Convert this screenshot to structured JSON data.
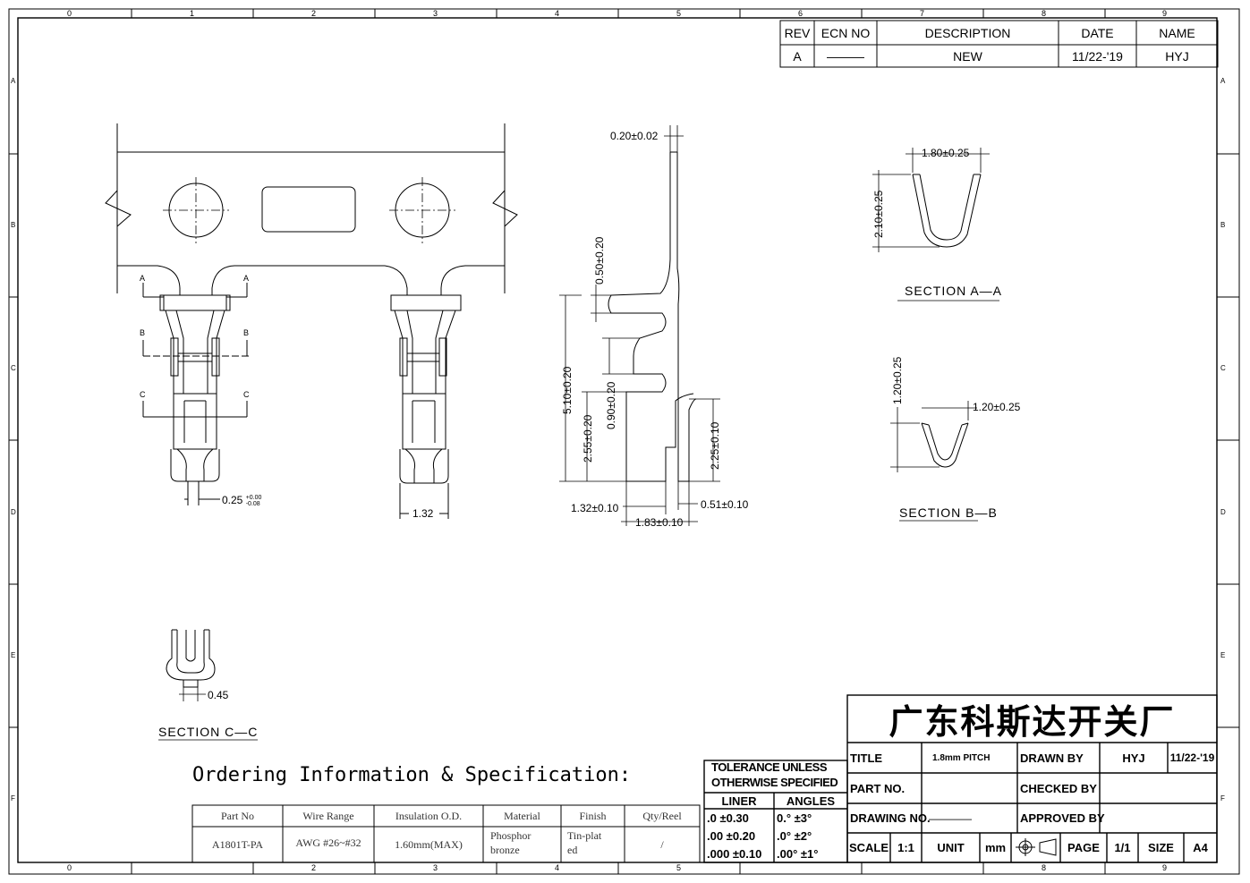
{
  "border": {
    "columns": [
      "0",
      "1",
      "2",
      "3",
      "4",
      "5",
      "6",
      "7",
      "8",
      "9"
    ],
    "rows": [
      "A",
      "B",
      "C",
      "D",
      "E",
      "F"
    ]
  },
  "revision_table": {
    "headers": [
      "REV",
      "ECN NO",
      "DESCRIPTION",
      "DATE",
      "NAME"
    ],
    "row": [
      "A",
      "———",
      "NEW",
      "11/22-'19",
      "HYJ"
    ]
  },
  "dimensions": {
    "pin_width": "0.25",
    "pin_tol_upper": "+0.00",
    "pin_tol_lower": "-0.08",
    "width_132": "1.32",
    "thickness": "0.20±0.02",
    "d050": "0.50±0.20",
    "d510": "5.10±0.20",
    "d255": "2.55±0.20",
    "d090": "0.90±0.20",
    "d225": "2.25±0.10",
    "d132b": "1.32±0.10",
    "d051": "0.51±0.10",
    "d183": "1.83±0.10",
    "aa_width": "1.80±0.25",
    "aa_height": "2.10±0.25",
    "bb_height": "1.20±0.25",
    "bb_width": "1.20±0.25",
    "cc_width": "0.45"
  },
  "section_labels": {
    "aa": "SECTION A—A",
    "bb": "SECTION B—B",
    "cc": "SECTION C—C",
    "mark_a": "A",
    "mark_b": "B",
    "mark_c": "C"
  },
  "ordering": {
    "title": "Ordering Information & Specification:",
    "headers": [
      "Part No",
      "Wire Range",
      "Insulation O.D.",
      "Material",
      "Finish",
      "Qty/Reel"
    ],
    "row": [
      "A1801T-PA",
      "AWG #26~#32",
      "1.60mm(MAX)",
      "Phosphor bronze",
      "Tin-plated",
      "/"
    ]
  },
  "tolerance": {
    "title1": "TOLERANCE UNLESS",
    "title2": "OTHERWISE SPECIFIED",
    "liner": "LINER",
    "angles": "ANGLES",
    "rows": [
      [
        ".0  ±0.30",
        "0.°  ±3°"
      ],
      [
        ".00  ±0.20",
        ".0°  ±2°"
      ],
      [
        ".000 ±0.10",
        ".00° ±1°"
      ]
    ]
  },
  "title_block": {
    "company": "广东科斯达开关厂",
    "title_label": "TITLE",
    "title_value": "1.8mm PITCH",
    "drawn_by_label": "DRAWN BY",
    "drawn_by": "HYJ",
    "drawn_date": "11/22-'19",
    "part_no_label": "PART NO.",
    "checked_by_label": "CHECKED BY",
    "drawing_no_label": "DRAWING NO.",
    "drawing_no": "————",
    "approved_by_label": "APPROVED BY",
    "scale_label": "SCALE",
    "scale": "1:1",
    "unit_label": "UNIT",
    "unit": "mm",
    "page_label": "PAGE",
    "page": "1/1",
    "size_label": "SIZE",
    "size": "A4"
  }
}
